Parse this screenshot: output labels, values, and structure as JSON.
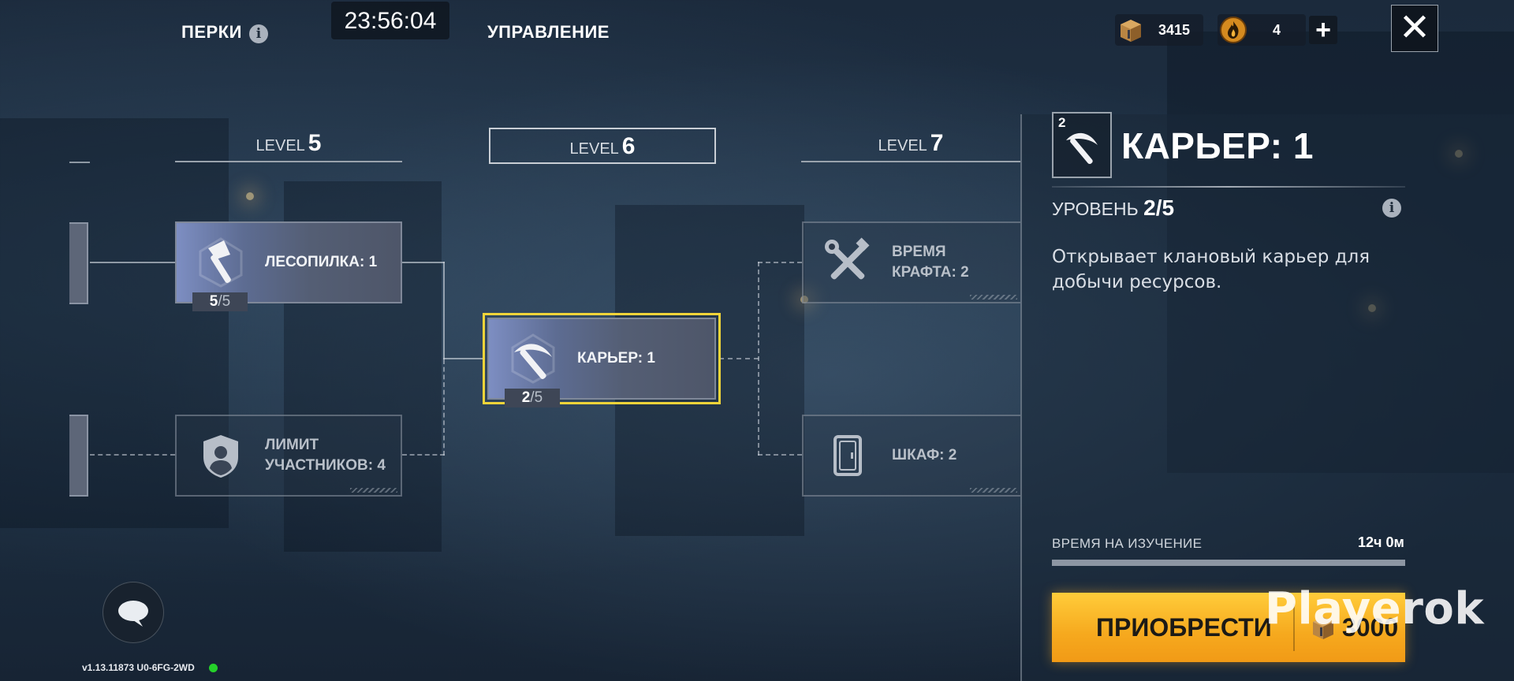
{
  "top_bar": {
    "tab_perks": "ПЕРКИ",
    "info_icon": "i",
    "clock": "23:56:04",
    "tab_management": "УПРАВЛЕНИЕ",
    "resources": [
      {
        "icon": "wood-crate-icon",
        "value": "3415"
      },
      {
        "icon": "fire-token-icon",
        "value": "4"
      }
    ],
    "add_label": "+",
    "close_label": "✕"
  },
  "levels": [
    {
      "prefix": "LEVEL",
      "number": "5"
    },
    {
      "prefix": "LEVEL",
      "number": "6"
    },
    {
      "prefix": "LEVEL",
      "number": "7"
    }
  ],
  "perks": {
    "sawmill": {
      "label": "ЛЕСОПИЛКА: 1",
      "progress": "5",
      "max": "5",
      "icon": "axe-icon",
      "state": "unlocked"
    },
    "member_limit": {
      "label": "ЛИМИТ УЧАСТНИКОВ: 4",
      "icon": "shield-person-icon",
      "state": "locked"
    },
    "quarry": {
      "label": "КАРЬЕР: 1",
      "progress": "2",
      "max": "5",
      "icon": "pickaxe-icon",
      "state": "selected"
    },
    "craft_time": {
      "label": "ВРЕМЯ КРАФТА: 2",
      "icon": "tools-icon",
      "state": "locked"
    },
    "wardrobe": {
      "label": "ШКАФ: 2",
      "icon": "cabinet-icon",
      "state": "locked"
    }
  },
  "detail": {
    "icon_badge": "2",
    "title": "КАРЬЕР: 1",
    "level_label": "УРОВЕНЬ",
    "level_value": "2/5",
    "description": "Открывает клановый карьер для добычи ресурсов.",
    "time_label": "ВРЕМЯ НА ИЗУЧЕНИЕ",
    "time_value": "12ч 0м",
    "buy_label": "ПРИОБРЕСТИ",
    "buy_cost": "3000"
  },
  "watermark": "Playerok",
  "footer": {
    "version": "v1.13.11873 U0-6FG-2WD"
  },
  "colors": {
    "selected_outline": "#f1d439",
    "buy_button": "#f6a91e",
    "status_online": "#25d12a"
  }
}
